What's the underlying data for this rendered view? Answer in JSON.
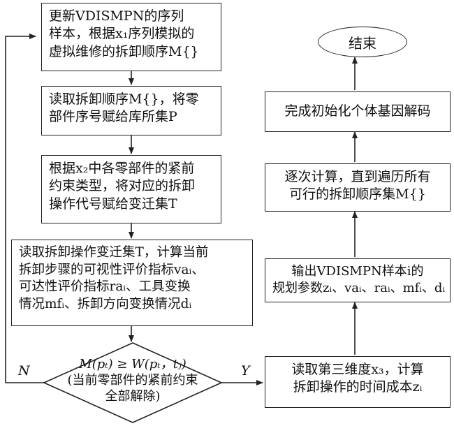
{
  "left_column": {
    "box1": [
      "更新VDISMPN的序列",
      "样本，根据x₁序列模拟的",
      "虚拟维修的拆卸顺序M{}"
    ],
    "box2": [
      "读取拆卸顺序M{}，将零",
      "部件序号赋给库所集P"
    ],
    "box3": [
      "根据x₂中各零部件的紧前",
      "约束类型，将对应的拆卸",
      "操作代号赋给变迁集T"
    ],
    "box4": [
      "读取拆卸操作变迁集T，计算当前",
      "拆卸步骤的可视性评价指标vaᵢ、",
      "可达性评价指标raᵢ、工具变换",
      "情况mfᵢ、拆卸方向变换情况dᵢ"
    ]
  },
  "decision": {
    "condition": "M(pₜ) ≥ W(pₜ，tⱼ)",
    "note_line1": "(当前零部件的紧前约束",
    "note_line2": "全部解除)",
    "no_label": "N",
    "yes_label": "Y"
  },
  "right_column": {
    "end_label": "结束",
    "box_decode": "完成初始化个体基因解码",
    "box_iterate": [
      "逐次计算，直到遍历所有",
      "可行的拆卸顺序集M{}"
    ],
    "box_output": [
      "输出VDISMPN样本i的",
      "规划参数zᵢ、vaᵢ、raᵢ、mfᵢ、dᵢ"
    ],
    "box_cost": [
      "读取第三维度x₃，计算",
      "拆卸操作的时间成本zᵢ"
    ]
  }
}
